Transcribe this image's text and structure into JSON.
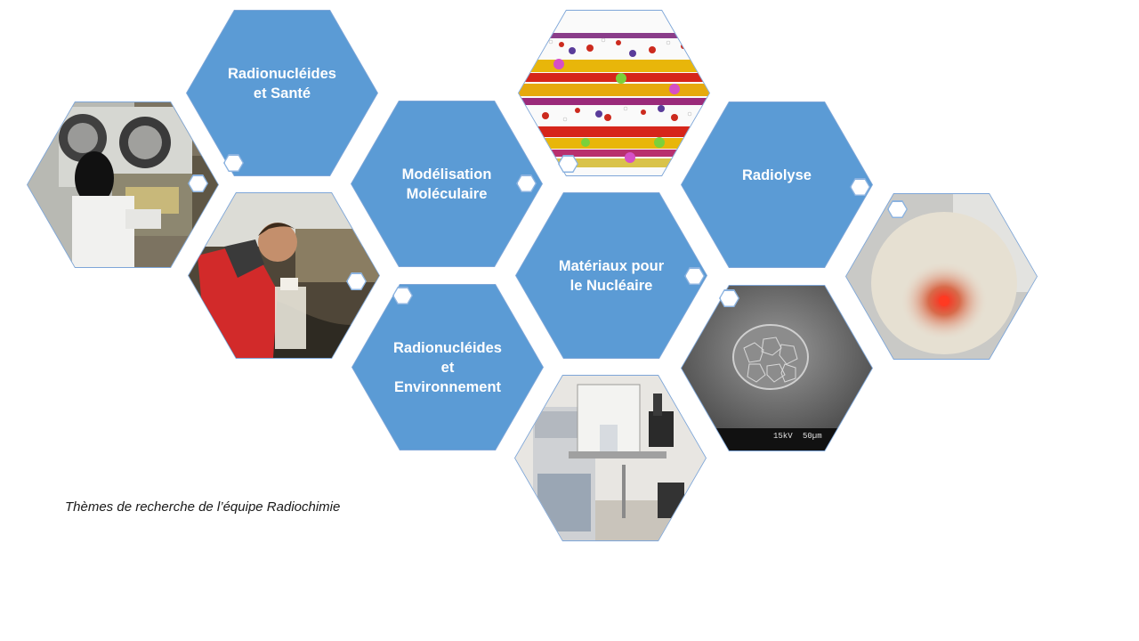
{
  "themes": {
    "health": "Radionucléides\net Santé",
    "modeling": "Modélisation\nMoléculaire",
    "materials": "Matériaux pour\nle Nucléaire",
    "radiolysis": "Radiolyse",
    "environment": "Radionucléides\net\nEnvironnement"
  },
  "caption": "Thèmes de recherche de l’équipe Radiochimie",
  "sem_scale": {
    "voltage": "15kV",
    "bar": "50µm"
  },
  "colors": {
    "hex_fill": "#5b9bd5",
    "hex_border": "#7ea6d8",
    "label_text": "#ffffff"
  }
}
